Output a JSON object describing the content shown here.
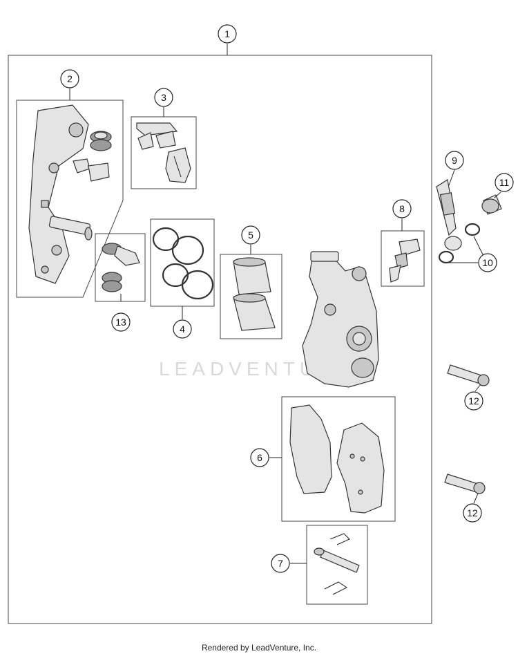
{
  "callouts": [
    {
      "label": "1"
    },
    {
      "label": "2"
    },
    {
      "label": "3"
    },
    {
      "label": "4"
    },
    {
      "label": "5"
    },
    {
      "label": "6"
    },
    {
      "label": "7"
    },
    {
      "label": "8"
    },
    {
      "label": "9"
    },
    {
      "label": "10"
    },
    {
      "label": "11"
    },
    {
      "label": "12"
    },
    {
      "label": "12"
    },
    {
      "label": "13"
    }
  ],
  "watermark": "LEADVENTURE",
  "footer": "Rendered by LeadVenture, Inc.",
  "colors": {
    "line": "#333333",
    "part_fill": "#e4e4e4",
    "watermark": "#d9d9d9"
  }
}
